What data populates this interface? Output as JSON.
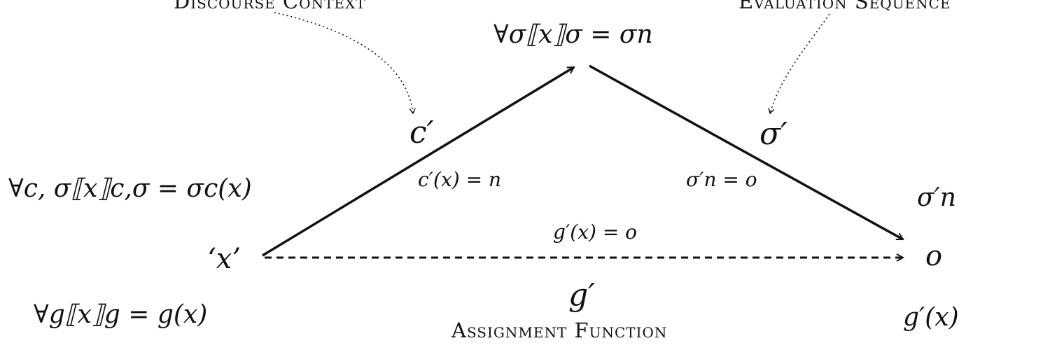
{
  "colors": {
    "ink": "#111111",
    "background": "#ffffff"
  },
  "captions": {
    "discourse_context": "Discourse Context",
    "evaluation_sequence": "Evaluation Sequence",
    "assignment_function": "Assignment Function"
  },
  "formulas": {
    "top_eval": "∀σ⟦x⟧σ = σn",
    "left_context": "∀c, σ⟦x⟧c,σ = σc(x)",
    "left_assignment": "∀g⟦x⟧g = g(x)",
    "quoted_x": "‘x’",
    "c_prime": "c′",
    "c_prime_of_x": "c′(x) = n",
    "sigma_prime": "σ′",
    "sigma_prime_n_eq_o": "σ′n = o",
    "sigma_prime_n": "σ′n",
    "g_prime_of_x_eq_o": "g′(x) = o",
    "o": "o",
    "g_prime": "g′",
    "g_prime_of_x": "g′(x)"
  }
}
